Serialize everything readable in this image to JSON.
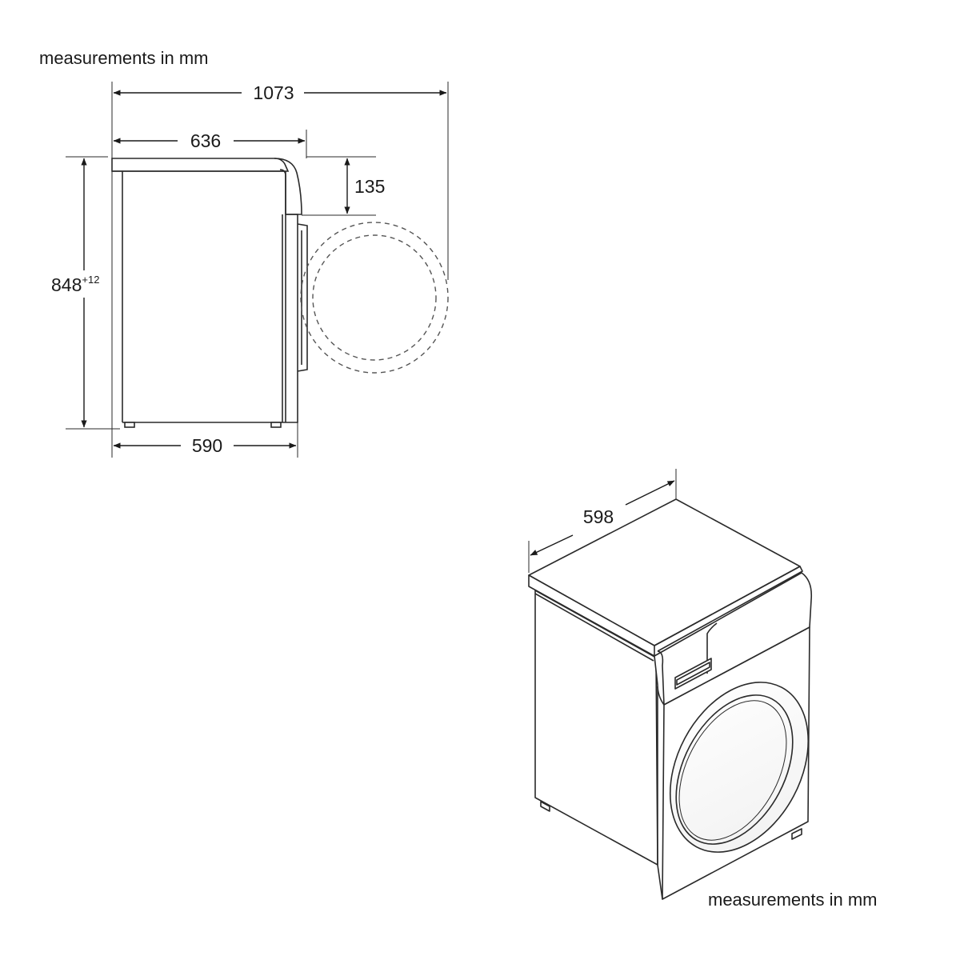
{
  "captions": {
    "top_left": "measurements in mm",
    "bottom_right": "measurements in mm"
  },
  "side_view": {
    "total_depth": "1073",
    "top_depth": "636",
    "door_offset": "135",
    "height": "848",
    "height_tolerance": "+12",
    "body_depth": "590"
  },
  "iso_view": {
    "width": "598"
  }
}
